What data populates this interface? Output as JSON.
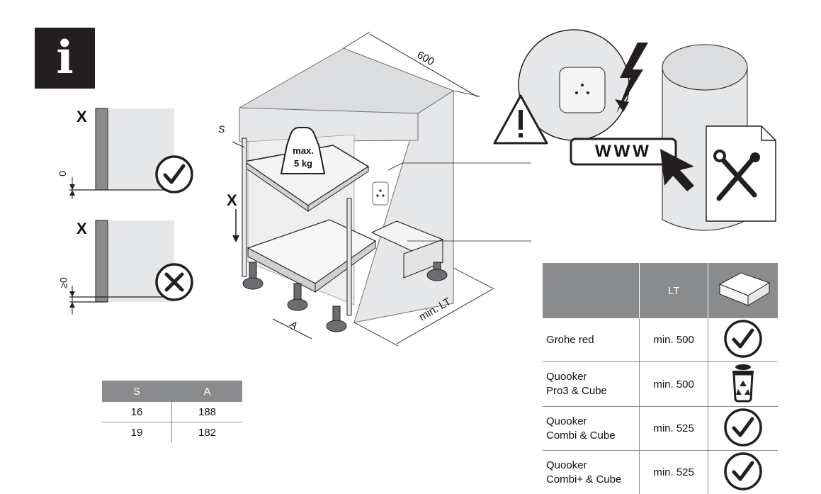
{
  "info_badge": {
    "symbol": "i"
  },
  "panel_ok": {
    "label_x": "X",
    "dim_label": "0"
  },
  "panel_bad": {
    "label_x": "X",
    "dim_label": "≥0"
  },
  "cabinet": {
    "width_label": "600",
    "s_label": "S",
    "weight_line1": "max.",
    "weight_line2": "5 kg",
    "x_label": "X",
    "a_label": "A",
    "lt_label": "min. LT"
  },
  "warning_panel": {
    "www_label": "WWW"
  },
  "sa_table": {
    "headers": [
      "S",
      "A"
    ],
    "rows": [
      [
        "16",
        "188"
      ],
      [
        "19",
        "182"
      ]
    ]
  },
  "lt_table": {
    "header_lt": "LT",
    "rows": [
      {
        "name_line1": "Grohe red",
        "name_line2": "",
        "lt": "min. 500",
        "status": "check-icon"
      },
      {
        "name_line1": "Quooker",
        "name_line2": "Pro3 & Cube",
        "lt": "min. 500",
        "status": "recycle-bin-icon"
      },
      {
        "name_line1": "Quooker",
        "name_line2": "Combi & Cube",
        "lt": "min. 525",
        "status": "check-icon"
      },
      {
        "name_line1": "Quooker",
        "name_line2": "Combi+ & Cube",
        "lt": "min. 525",
        "status": "check-icon"
      }
    ]
  },
  "colors": {
    "header_gray": "#8a8b8d",
    "panel_gray": "#e6e7e8",
    "dark": "#231f20"
  }
}
